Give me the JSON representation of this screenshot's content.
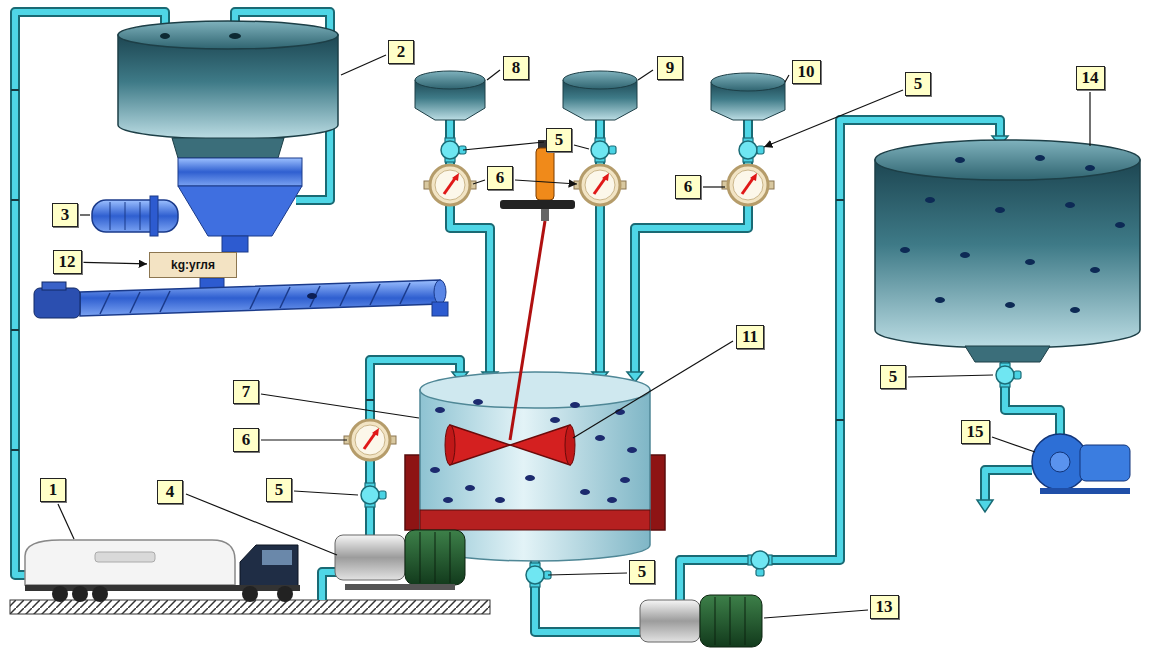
{
  "diagram": {
    "nodes": [
      {
        "text": [
          "2"
        ]
      },
      {
        "text": [
          "8"
        ]
      },
      {
        "text": [
          "9"
        ]
      },
      {
        "text": [
          "10"
        ]
      },
      {
        "text": [
          "5"
        ]
      },
      {
        "text": [
          "14"
        ]
      },
      {
        "text": [
          "5"
        ]
      },
      {
        "text": [
          "6"
        ]
      },
      {
        "text": [
          "6"
        ]
      },
      {
        "text": [
          "3"
        ]
      },
      {
        "text": [
          "12"
        ]
      },
      {
        "text": [
          "kg:угля"
        ]
      },
      {
        "text": [
          "11"
        ]
      },
      {
        "text": [
          "5"
        ]
      },
      {
        "text": [
          "7"
        ]
      },
      {
        "text": [
          "15"
        ]
      },
      {
        "text": [
          "6"
        ]
      },
      {
        "text": [
          "4"
        ]
      },
      {
        "text": [
          "5"
        ]
      },
      {
        "text": [
          "1"
        ]
      },
      {
        "text": [
          "5"
        ]
      },
      {
        "text": [
          "13"
        ]
      }
    ],
    "edges": [
      {
        "from": 10,
        "to": 11,
        "arrow": "to"
      }
    ]
  }
}
